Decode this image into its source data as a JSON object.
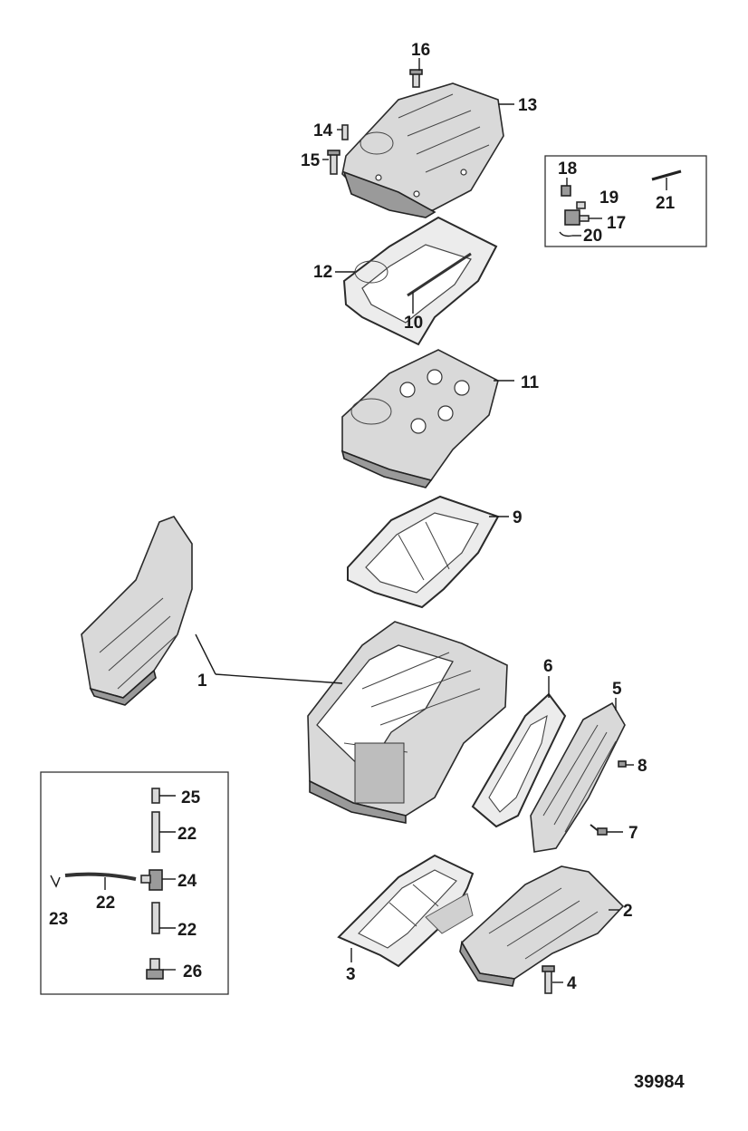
{
  "figure_number": "39984",
  "callouts": {
    "c1": "1",
    "c2": "2",
    "c3": "3",
    "c4": "4",
    "c5": "5",
    "c6": "6",
    "c7": "7",
    "c8": "8",
    "c9": "9",
    "c10": "10",
    "c11": "11",
    "c12": "12",
    "c13": "13",
    "c14": "14",
    "c15": "15",
    "c16": "16",
    "c17": "17",
    "c18": "18",
    "c19": "19",
    "c20": "20",
    "c21": "21",
    "c22a": "22",
    "c22b": "22",
    "c22c": "22",
    "c23": "23",
    "c24": "24",
    "c25": "25",
    "c26": "26"
  },
  "colors": {
    "line": "#1a1a1a",
    "part_fill": "#d9d9d9",
    "part_shadow": "#9a9a9a",
    "background": "#ffffff"
  }
}
